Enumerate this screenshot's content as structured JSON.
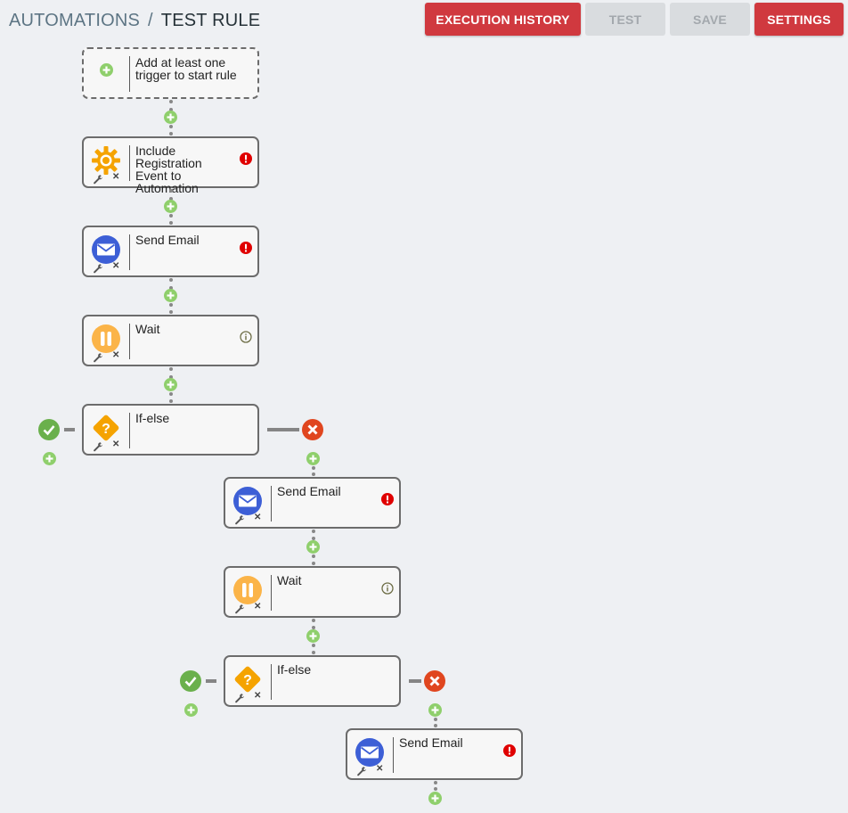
{
  "breadcrumb": {
    "root": "AUTOMATIONS",
    "separator": "/",
    "current": "TEST RULE"
  },
  "toolbar": {
    "execution_history": "EXECUTION HISTORY",
    "test": "TEST",
    "save": "SAVE",
    "settings": "SETTINGS"
  },
  "colors": {
    "accent": "#d0393f",
    "success": "#6ab04c",
    "danger": "#e0461f",
    "plus": "#8fcf6c"
  },
  "flow": {
    "trigger": {
      "label": "Add at least one trigger to start rule"
    },
    "nodes": [
      {
        "label": "Include Registration Event to Automation",
        "icon": "gear-icon",
        "status": "error"
      },
      {
        "label": "Send Email",
        "icon": "email-icon",
        "status": "error"
      },
      {
        "label": "Wait",
        "icon": "pause-icon",
        "status": "info"
      },
      {
        "label": "If-else",
        "icon": "question-icon",
        "status": "none"
      },
      {
        "label": "Send Email",
        "icon": "email-icon",
        "status": "error"
      },
      {
        "label": "Wait",
        "icon": "pause-icon",
        "status": "info"
      },
      {
        "label": "If-else",
        "icon": "question-icon",
        "status": "none"
      },
      {
        "label": "Send Email",
        "icon": "email-icon",
        "status": "error"
      }
    ]
  }
}
